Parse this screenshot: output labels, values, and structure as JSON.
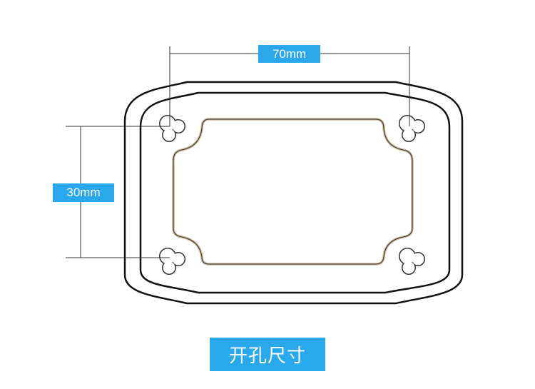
{
  "dimensions": {
    "width_label": "70mm",
    "height_label": "30mm"
  },
  "caption": "开孔尺寸",
  "colors": {
    "accent": "#29a8ec",
    "outline": "#111111",
    "cutout_edge": "#c9b79a"
  }
}
